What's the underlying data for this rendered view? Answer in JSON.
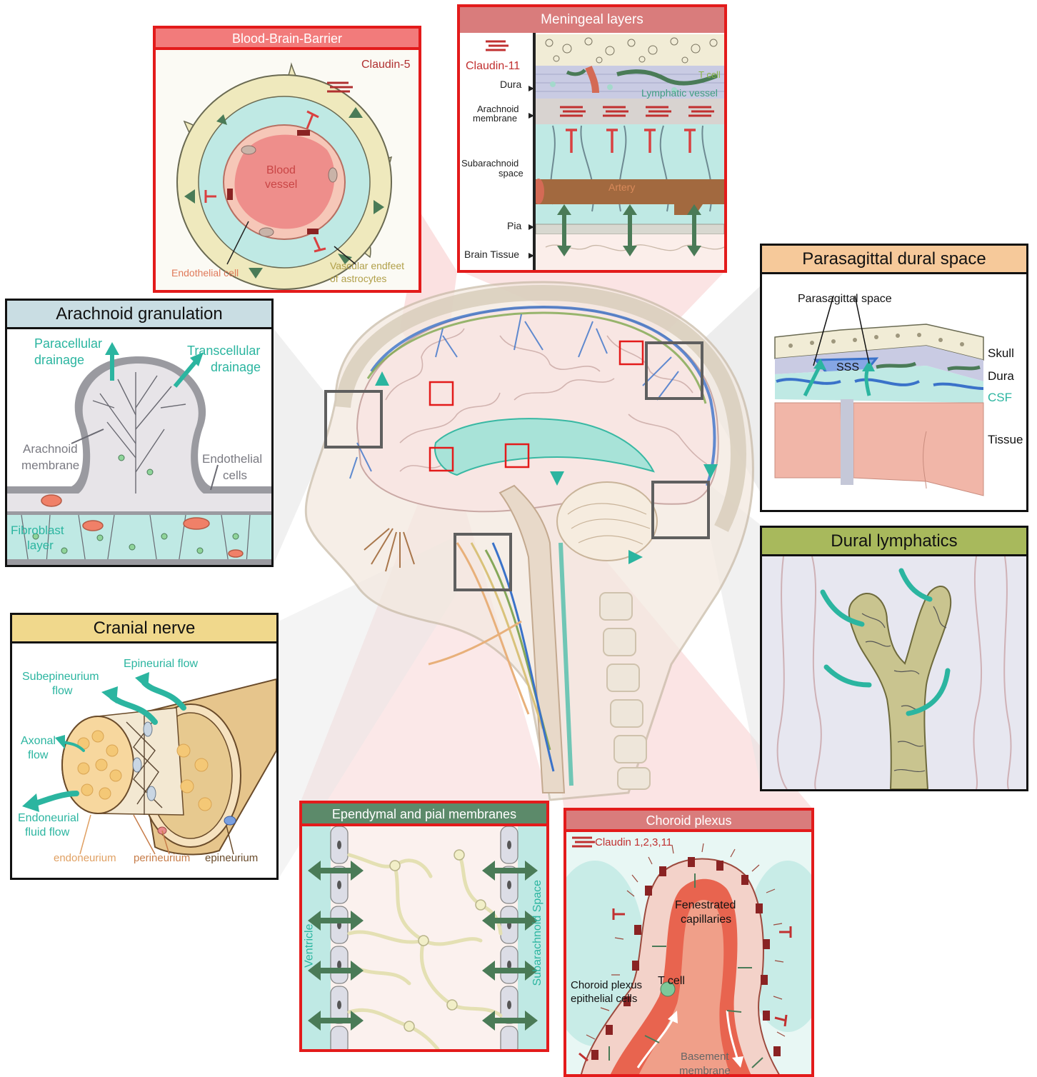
{
  "panels": {
    "bbb": {
      "title": "Blood-Brain-Barrier",
      "claudin": "Claudin-5",
      "vessel_line1": "Blood",
      "vessel_line2": "vessel",
      "endothelial": "Endothelial cell",
      "endfeet_line1": "Vascular endfeet",
      "endfeet_line2": "of astrocytes"
    },
    "meningeal": {
      "title": "Meningeal layers",
      "claudin": "Claudin-11",
      "dura": "Dura",
      "arachnoid_line1": "Arachnoid",
      "arachnoid_line2": "membrane",
      "subarachnoid_line1": "Subarachnoid",
      "subarachnoid_line2": "space",
      "pia": "Pia",
      "brain_tissue": "Brain Tissue",
      "tcell": "T cell",
      "lymphatic": "Lymphatic vessel",
      "artery": "Artery"
    },
    "parasagittal": {
      "title": "Parasagittal dural space",
      "space": "Parasagittal space",
      "sss": "SSS",
      "skull": "Skull",
      "dura": "Dura",
      "csf": "CSF",
      "tissue": "Tissue"
    },
    "arachnoid": {
      "title": "Arachnoid granulation",
      "paracellular_line1": "Paracellular",
      "paracellular_line2": "drainage",
      "transcellular_line1": "Transcellular",
      "transcellular_line2": "drainage",
      "membrane_line1": "Arachnoid",
      "membrane_line2": "membrane",
      "endothelial_line1": "Endothelial",
      "endothelial_line2": "cells",
      "fibroblast_line1": "Fibroblast",
      "fibroblast_line2": "layer"
    },
    "dural_lymphatics": {
      "title": "Dural lymphatics"
    },
    "cranial": {
      "title": "Cranial nerve",
      "epineurial_flow": "Epineurial flow",
      "subepineurium_line1": "Subepineurium",
      "subepineurium_line2": "flow",
      "axonal_line1": "Axonal",
      "axonal_line2": "flow",
      "endoneurial_line1": "Endoneurial",
      "endoneurial_line2": "fluid flow",
      "endoneurium": "endoneurium",
      "perineurium": "perineurium",
      "epineurium": "epineurium"
    },
    "ependymal": {
      "title": "Ependymal and pial membranes",
      "ventricle": "Ventricle",
      "subarachnoid": "Subarachnoid Space"
    },
    "choroid": {
      "title": "Choroid plexus",
      "claudin": "Claudin 1,2,3,11",
      "fenestrated_line1": "Fenestrated",
      "fenestrated_line2": "capillaries",
      "tcell": "T cell",
      "epithelial_line1": "Choroid plexus",
      "epithelial_line2": "epithelial cells",
      "basement_line1": "Basement",
      "basement_line2": "membrane"
    }
  },
  "colors": {
    "red_frame": "#e31b1b",
    "gray_frame": "#5f5f5f",
    "teal": "#2bb5a0",
    "title_blue": "#c9dde3",
    "title_orange": "#f6c99a",
    "title_olive": "#a8b95c",
    "title_yellow": "#f0d88c",
    "title_green": "#5c8a6a",
    "title_pink": "#f27b7b",
    "title_rose": "#d97c7c"
  }
}
